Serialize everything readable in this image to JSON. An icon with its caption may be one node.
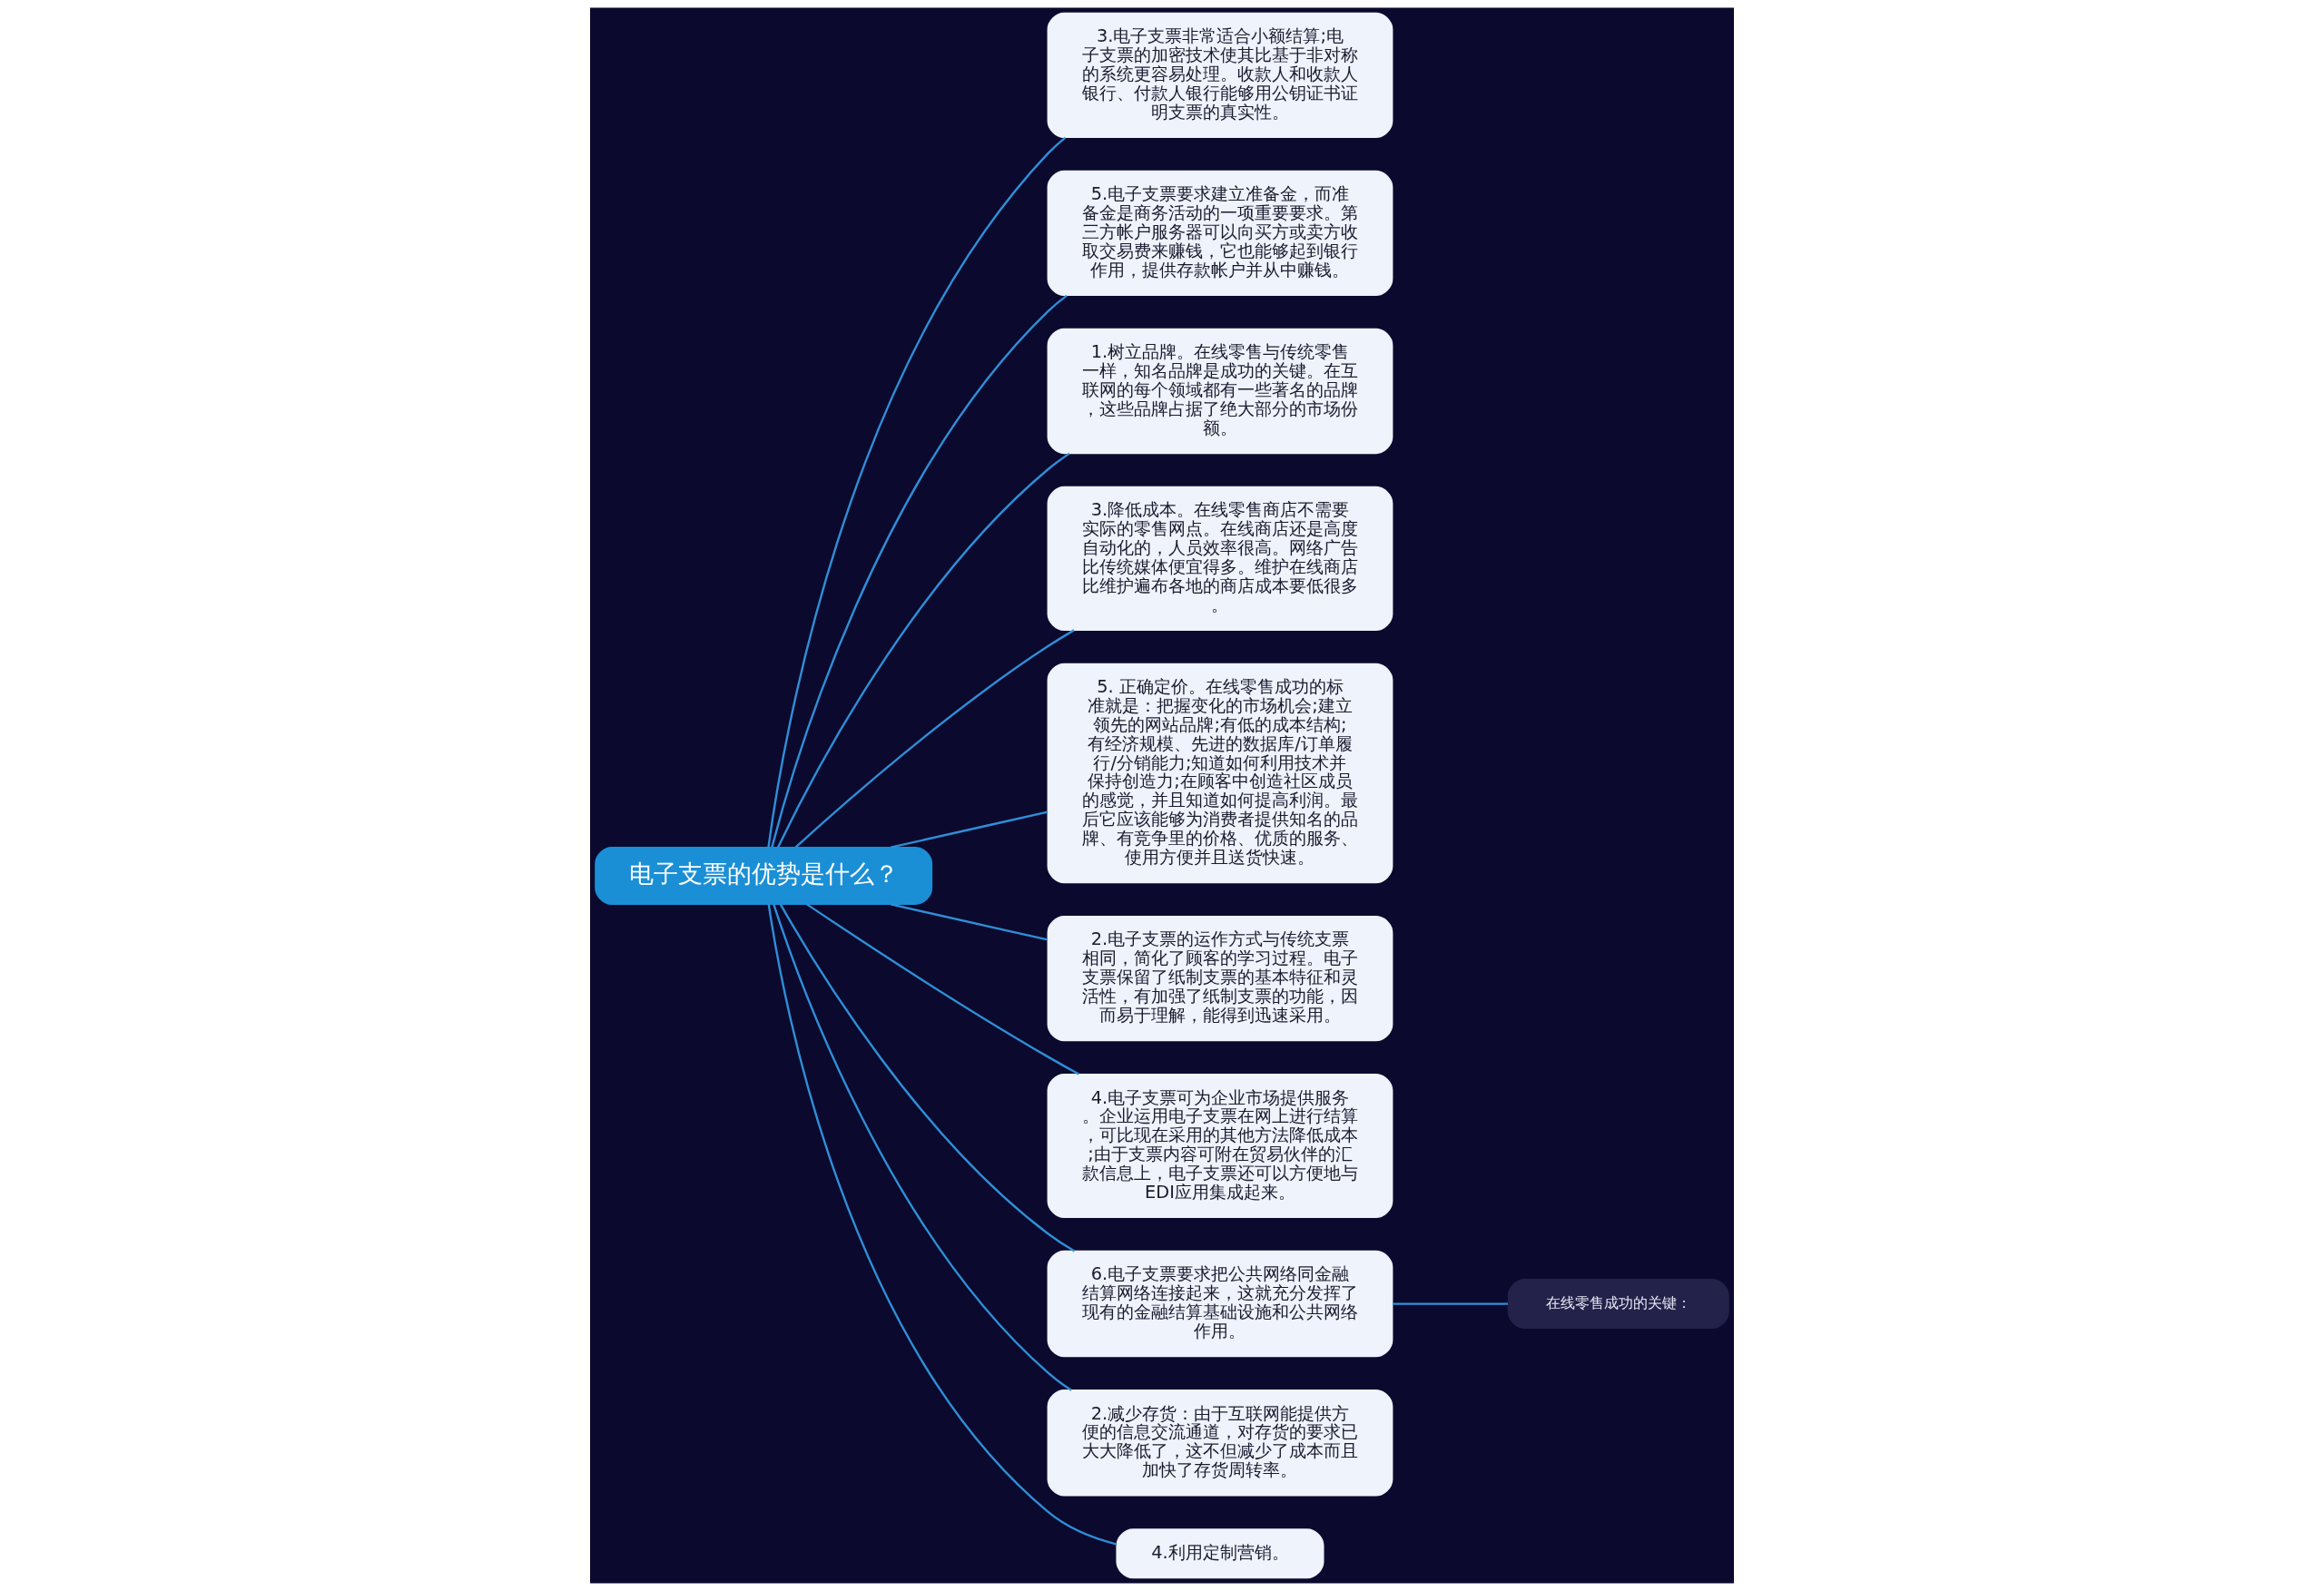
{
  "diagram": {
    "nodes": [
      {
        "text": [
          "电子支票的优势是什么？"
        ]
      },
      {
        "text": [
          "3.电子支票非常适合小额结算;电子支票的加密技术使其比基于非对称的系统更容易处理。收款人和收款人银行、付款人银行能够用公钥证书证明支票的真实性。"
        ]
      },
      {
        "text": [
          "5.电子支票要求建立准备金，而准备金是商务活动的一项重要要求。第三方帐户服务器可以向买方或卖方收取交易费来赚钱，它也能够起到银行作用，提供存款帐户并从中赚钱。"
        ]
      },
      {
        "text": [
          "1.树立品牌。在线零售与传统零售一样，知名品牌是成功的关键。在互联网的每个领域都有一些著名的品牌，这些品牌占据了绝大部分的市场份额。"
        ]
      },
      {
        "text": [
          "3.降低成本。在线零售商店不需要实际的零售网点。在线商店还是高度自动化的，人员效率很高。网络广告比传统媒体便宜得多。维护在线商店比维护遍布各地的商店成本要低很多。"
        ]
      },
      {
        "text": [
          "5. 正确定价。在线零售成功的标准就是：把握变化的市场机会;建立领先的网站品牌;有低的成本结构;有经济规模、先进的数据库/订单履行/分销能力;知道如何利用技术并保持创造力;在顾客中创造社区成员的感觉，并且知道如何提高利润。最后它应该能够为消费者提供知名的品牌、有竞争里的价格、优质的服务、使用方便并且送货快速。"
        ]
      },
      {
        "text": [
          "2.电子支票的运作方式与传统支票相同，简化了顾客的学习过程。电子支票保留了纸制支票的基本特征和灵活性，有加强了纸制支票的功能，因而易于理解，能得到迅速采用。"
        ]
      },
      {
        "text": [
          "4.电子支票可为企业市场提供服务。企业运用电子支票在网上进行结算，可比现在采用的其他方法降低成本;由于支票内容可附在贸易伙伴的汇款信息上，电子支票还可以方便地与EDI应用集成起来。"
        ]
      },
      {
        "text": [
          "6.电子支票要求把公共网络同金融结算网络连接起来，这就充分发挥了现有的金融结算基础设施和公共网络作用。"
        ]
      },
      {
        "text": [
          "2.减少存货：由于互联网能提供方便的信息交流通道，对存货的要求已大大降低了，这不但减少了成本而且加快了存货周转率。"
        ]
      },
      {
        "text": [
          "4.利用定制营销。"
        ]
      },
      {
        "text": [
          "在线零售成功的关键："
        ]
      }
    ],
    "edges": [
      {
        "from": 0,
        "to": 1,
        "arrow": "none"
      },
      {
        "from": 0,
        "to": 2,
        "arrow": "none"
      },
      {
        "from": 0,
        "to": 3,
        "arrow": "none"
      },
      {
        "from": 0,
        "to": 4,
        "arrow": "none"
      },
      {
        "from": 0,
        "to": 5,
        "arrow": "none"
      },
      {
        "from": 0,
        "to": 6,
        "arrow": "none"
      },
      {
        "from": 0,
        "to": 7,
        "arrow": "none"
      },
      {
        "from": 0,
        "to": 8,
        "arrow": "none"
      },
      {
        "from": 0,
        "to": 9,
        "arrow": "none"
      },
      {
        "from": 0,
        "to": 10,
        "arrow": "none"
      },
      {
        "from": 8,
        "to": 11,
        "arrow": "none"
      }
    ]
  }
}
